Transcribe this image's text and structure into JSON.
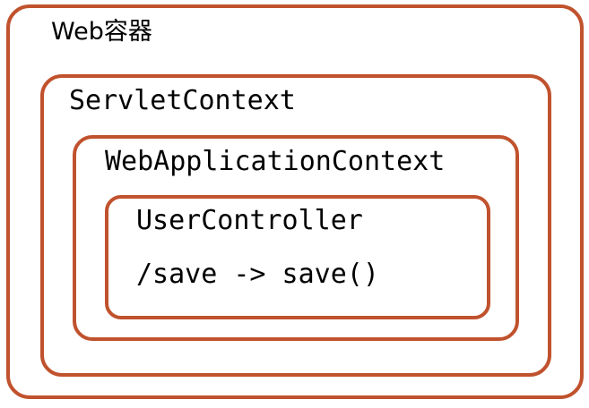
{
  "diagram": {
    "title": "Web容器",
    "accent_color": "#c0522d",
    "background_color": "#ffffff",
    "text_color": "#000000",
    "boxes": [
      {
        "id": "web-container",
        "label": "Web容器",
        "level": 1
      },
      {
        "id": "servlet-context",
        "label": "ServletContext",
        "level": 2
      },
      {
        "id": "web-application-context",
        "label": "WebApplicationContext",
        "level": 3
      },
      {
        "id": "user-controller",
        "label": "UserController",
        "level": 4
      }
    ],
    "controller": {
      "name": "UserController",
      "mapping": "/save -> save()"
    }
  }
}
